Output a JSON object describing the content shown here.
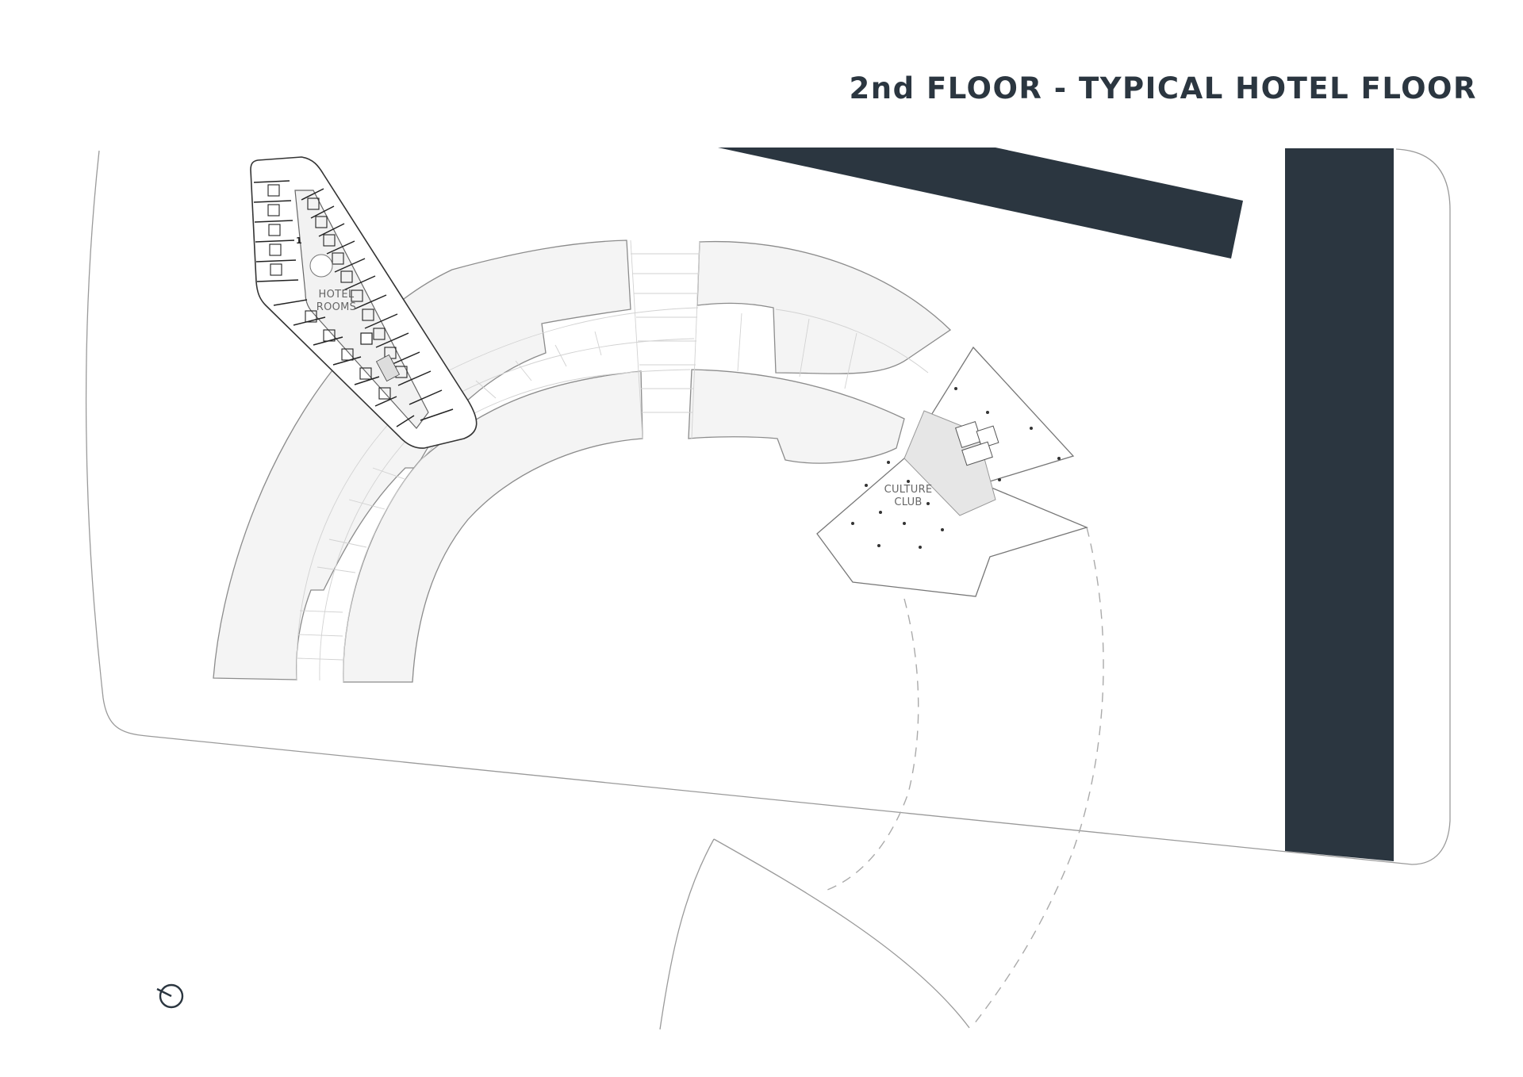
{
  "title": "2nd FLOOR - TYPICAL HOTEL FLOOR",
  "labels": {
    "hotel_line1": "HOTEL",
    "hotel_line2": "ROOMS",
    "culture_line1": "CULTURE",
    "culture_line2": "CLUB",
    "room_number": "1"
  },
  "colors": {
    "dark": "#2b3640",
    "floor_fill": "#f4f4f4",
    "line": "#9a9a9a"
  },
  "icons": {
    "north_arrow": "north-arrow-icon"
  }
}
